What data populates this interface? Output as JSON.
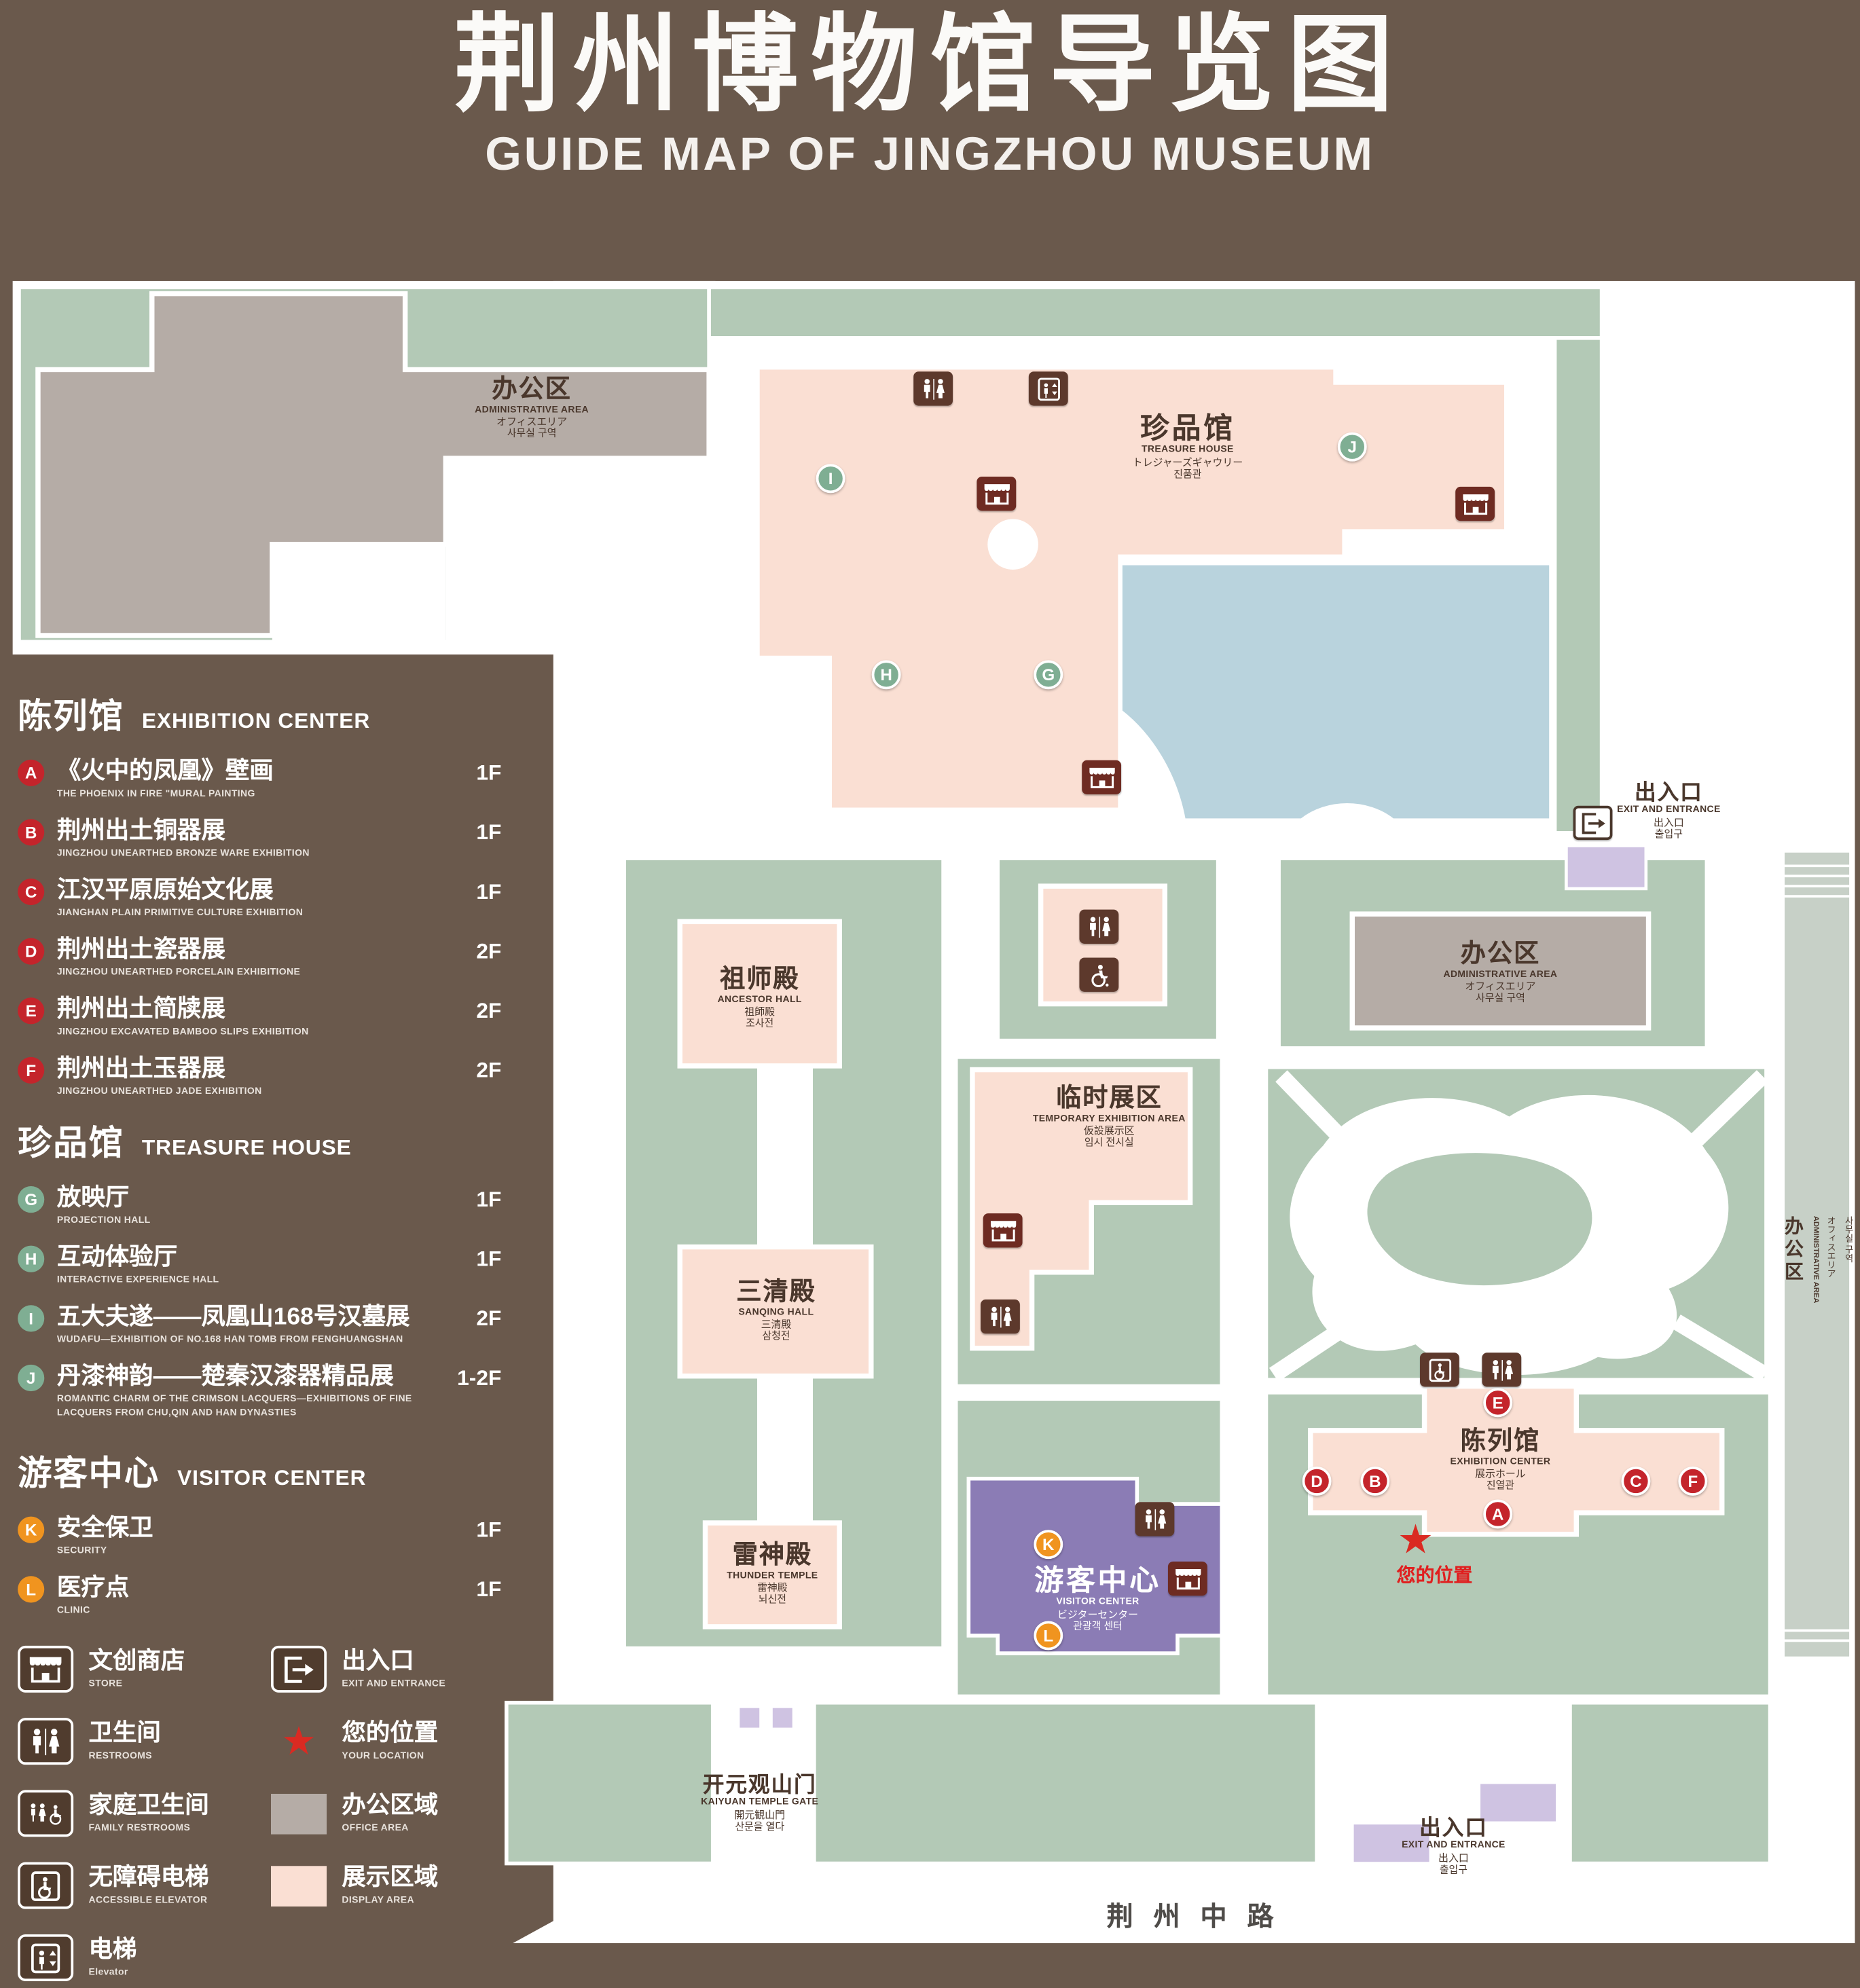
{
  "page": {
    "background": "#6a594c"
  },
  "header": {
    "title": "荆州博物馆导览图",
    "subtitle": "GUIDE MAP OF JINGZHOU MUSEUM"
  },
  "legend": {
    "sections": [
      {
        "zh": "陈列馆",
        "en": "EXHIBITION CENTER",
        "items": [
          {
            "letter": "A",
            "zh": "《火中的凤凰》壁画",
            "en": "THE PHOENIX IN FIRE \"MURAL PAINTING",
            "floor": "1F"
          },
          {
            "letter": "B",
            "zh": "荆州出土铜器展",
            "en": "JINGZHOU UNEARTHED BRONZE WARE EXHIBITION",
            "floor": "1F"
          },
          {
            "letter": "C",
            "zh": "江汉平原原始文化展",
            "en": "JIANGHAN PLAIN PRIMITIVE CULTURE EXHIBITION",
            "floor": "1F"
          },
          {
            "letter": "D",
            "zh": "荆州出土瓷器展",
            "en": "JINGZHOU UNEARTHED PORCELAIN EXHIBITIONE",
            "floor": "2F"
          },
          {
            "letter": "E",
            "zh": "荆州出土简牍展",
            "en": "JINGZHOU EXCAVATED BAMBOO SLIPS EXHIBITION",
            "floor": "2F"
          },
          {
            "letter": "F",
            "zh": "荆州出土玉器展",
            "en": "JINGZHOU UNEARTHED JADE EXHIBITION",
            "floor": "2F"
          }
        ]
      },
      {
        "zh": "珍品馆",
        "en": "TREASURE HOUSE",
        "items": [
          {
            "letter": "G",
            "zh": "放映厅",
            "en": "PROJECTION HALL",
            "floor": "1F"
          },
          {
            "letter": "H",
            "zh": "互动体验厅",
            "en": "INTERACTIVE EXPERIENCE HALL",
            "floor": "1F"
          },
          {
            "letter": "I",
            "zh": "五大夫遂——凤凰山168号汉墓展",
            "en": "WUDAFU—EXHIBITION OF NO.168 HAN TOMB FROM FENGHUANGSHAN",
            "floor": "2F"
          },
          {
            "letter": "J",
            "zh": "丹漆神韵——楚秦汉漆器精品展",
            "en": "ROMANTIC CHARM OF THE CRIMSON LACQUERS—EXHIBITIONS OF FINE LACQUERS FROM CHU,QIN AND HAN DYNASTIES",
            "floor": "1-2F"
          }
        ]
      },
      {
        "zh": "游客中心",
        "en": "VISITOR CENTER",
        "items": [
          {
            "letter": "K",
            "zh": "安全保卫",
            "en": "SECURITY",
            "floor": "1F"
          },
          {
            "letter": "L",
            "zh": "医疗点",
            "en": "CLINIC",
            "floor": "1F"
          }
        ]
      }
    ],
    "symbols": [
      {
        "icon": "store-icon",
        "zh": "文创商店",
        "en": "STORE"
      },
      {
        "icon": "exit-icon",
        "zh": "出入口",
        "en": "EXIT AND ENTRANCE"
      },
      {
        "icon": "restroom-icon",
        "zh": "卫生间",
        "en": "RESTROOMS"
      },
      {
        "icon": "location-star-icon",
        "zh": "您的位置",
        "en": "YOUR LOCATION"
      },
      {
        "icon": "family-restroom-icon",
        "zh": "家庭卫生间",
        "en": "FAMILY RESTROOMS"
      },
      {
        "icon": "office-area-swatch",
        "zh": "办公区域",
        "en": "OFFICE AREA"
      },
      {
        "icon": "accessible-elevator-icon",
        "zh": "无障碍电梯",
        "en": "ACCESSIBLE ELEVATOR"
      },
      {
        "icon": "display-area-swatch",
        "zh": "展示区域",
        "en": "DISPLAY AREA"
      },
      {
        "icon": "elevator-icon",
        "zh": "电梯",
        "en": "Elevator"
      }
    ]
  },
  "map": {
    "markers": [
      "A",
      "B",
      "C",
      "D",
      "E",
      "F",
      "G",
      "H",
      "I",
      "J",
      "K",
      "L"
    ],
    "labels": {
      "admin_nw": [
        "办公区",
        "ADMINISTRATIVE AREA",
        "オフィスエリア",
        "사무실 구역"
      ],
      "treasure_house": [
        "珍品馆",
        "TREASURE HOUSE",
        "トレジャーズギャウリー",
        "진품관"
      ],
      "exit_east": [
        "出入口",
        "EXIT AND ENTRANCE",
        "出入口",
        "출입구"
      ],
      "ancestor_hall": [
        "祖师殿",
        "ANCESTOR HALL",
        "祖師殿",
        "조사전"
      ],
      "admin_east": [
        "办公区",
        "ADMINISTRATIVE AREA",
        "オフィスエリア",
        "사무실 구역"
      ],
      "temporary_exhibition": [
        "临时展区",
        "TEMPORARY EXHIBITION AREA",
        "仮設展示区",
        "임시 전시실"
      ],
      "sanqing_hall": [
        "三清殿",
        "SANQING HALL",
        "三清殿",
        "삼청전"
      ],
      "thunder_temple": [
        "雷神殿",
        "THUNDER TEMPLE",
        "雷神殿",
        "뇌신전"
      ],
      "visitor_center": [
        "游客中心",
        "VISITOR CENTER",
        "ビジターセンター",
        "관광객 센터"
      ],
      "exhibition_center": [
        "陈列馆",
        "EXHIBITION CENTER",
        "展示ホール",
        "진열관"
      ],
      "your_location": "您的位置",
      "kaiyuan_gate": [
        "开元观山门",
        "KAIYUAN TEMPLE GATE",
        "開元観山門",
        "산문을 열다"
      ],
      "exit_south": [
        "出入口",
        "EXIT AND ENTRANCE",
        "出入口",
        "출입구"
      ],
      "road": "荆州中路",
      "admin_strip": [
        "办公区",
        "ADMINISTRATIVE AREA",
        "オフィスエリア",
        "사무실 구역"
      ]
    }
  },
  "colors": {
    "background": "#6a594c",
    "grounds_green": "#b3c9b6",
    "display_area_pink": "#fadfd3",
    "office_area_gray": "#b5aca6",
    "lake_blue": "#b9d3dd",
    "visitor_center_purple": "#8b7cb5",
    "entrance_lavender": "#cfc3e2",
    "marker_red": "#c4242b",
    "marker_green": "#7fae93",
    "marker_orange": "#f0941f",
    "location_red": "#da2a22"
  }
}
